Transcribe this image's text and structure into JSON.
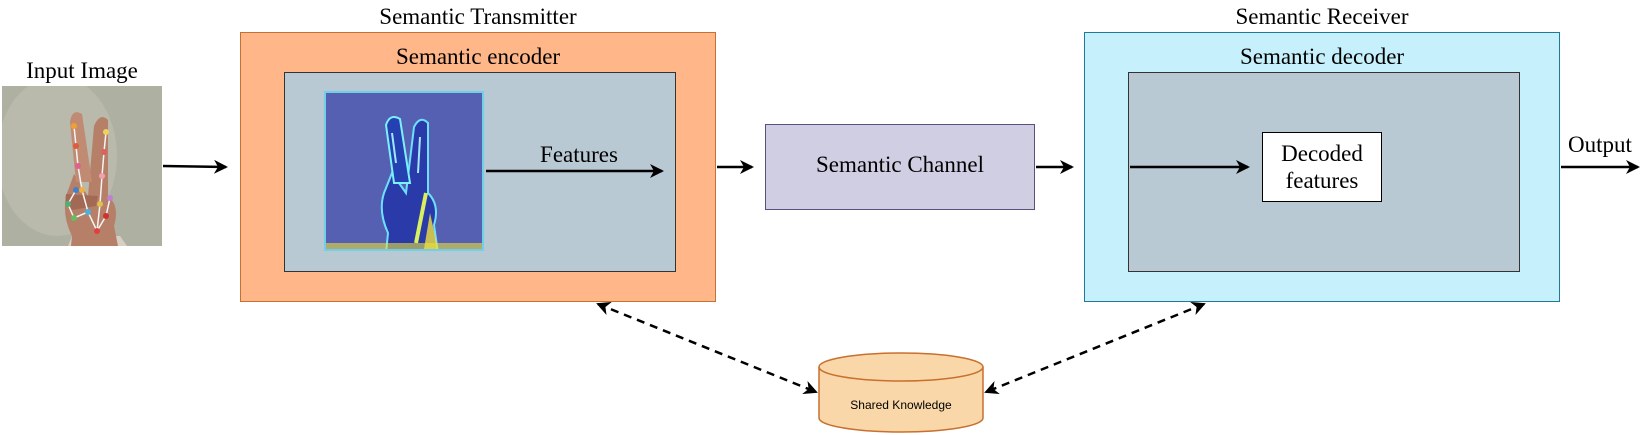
{
  "input": {
    "label": "Input Image"
  },
  "transmitter": {
    "title": "Semantic Transmitter",
    "encoder": "Semantic encoder",
    "features": "Features"
  },
  "channel": {
    "label": "Semantic Channel"
  },
  "receiver": {
    "title": "Semantic Receiver",
    "decoder": "Semantic decoder",
    "decoded": "Decoded features"
  },
  "output": {
    "label": "Output"
  },
  "knowledge": {
    "label": "Shared Knowledge"
  },
  "colors": {
    "transmitter_fill": "#ffb689",
    "encoder_fill": "#b9c9d3",
    "channel_fill": "#d0cee2",
    "receiver_fill": "#c6f0fb",
    "knowledge_fill": "#fad7a8"
  },
  "icons": {
    "input_photo": "hand-peace-sign-photo",
    "feature_map": "hand-feature-heatmap"
  }
}
